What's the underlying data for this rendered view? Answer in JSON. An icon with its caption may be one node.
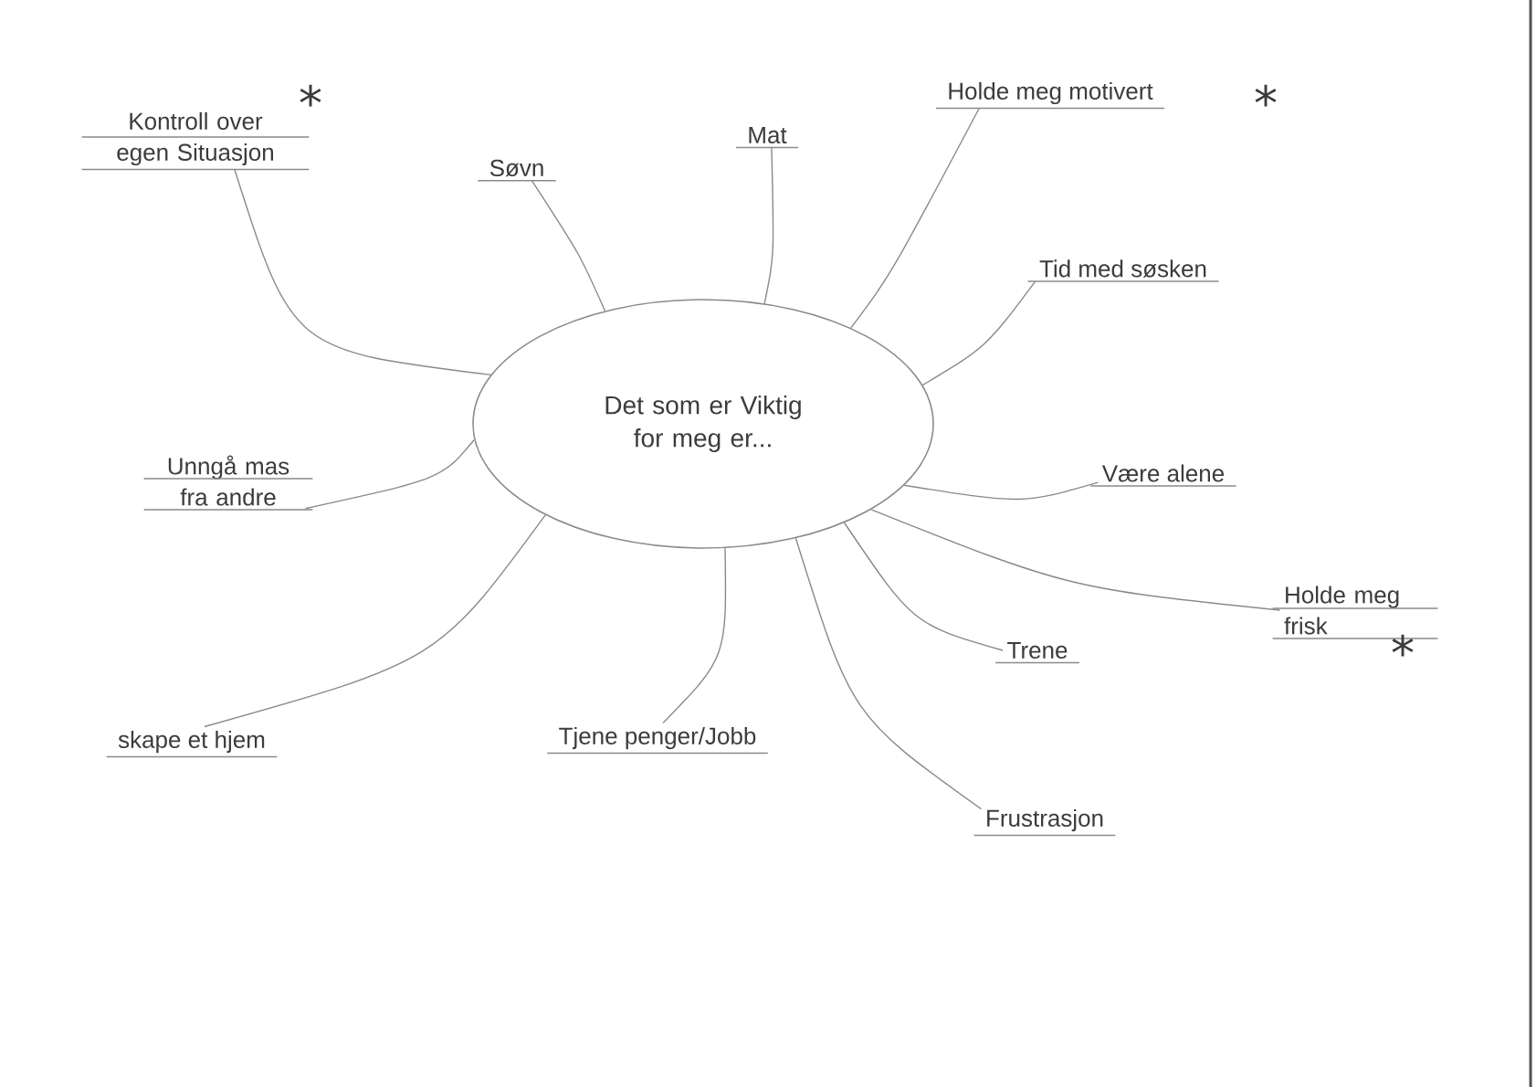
{
  "diagram": {
    "nodes": [
      {
        "text": [
          "Det som er Viktig for meg er..."
        ]
      },
      {
        "text": [
          "Kontroll over egen Situasjon"
        ],
        "beside": [
          "*"
        ]
      },
      {
        "text": [
          "Søvn"
        ]
      },
      {
        "text": [
          "Mat"
        ]
      },
      {
        "text": [
          "Holde meg motivert"
        ],
        "beside": [
          "*"
        ]
      },
      {
        "text": [
          "Tid med søsken"
        ]
      },
      {
        "text": [
          "Unngå mas fra andre"
        ]
      },
      {
        "text": [
          "Være alene"
        ]
      },
      {
        "text": [
          "Holde meg frisk"
        ],
        "beside": [
          "*"
        ]
      },
      {
        "text": [
          "Trene"
        ]
      },
      {
        "text": [
          "skape et hjem"
        ]
      },
      {
        "text": [
          "Tjene penger/Jobb"
        ]
      },
      {
        "text": [
          "Frustrasjon"
        ]
      }
    ],
    "edges": [
      {
        "from": 0,
        "to": 1,
        "arrow": "none"
      },
      {
        "from": 0,
        "to": 2,
        "arrow": "none"
      },
      {
        "from": 0,
        "to": 3,
        "arrow": "none"
      },
      {
        "from": 0,
        "to": 4,
        "arrow": "none"
      },
      {
        "from": 0,
        "to": 5,
        "arrow": "none"
      },
      {
        "from": 0,
        "to": 6,
        "arrow": "none"
      },
      {
        "from": 0,
        "to": 7,
        "arrow": "none"
      },
      {
        "from": 0,
        "to": 8,
        "arrow": "none"
      },
      {
        "from": 0,
        "to": 9,
        "arrow": "none"
      },
      {
        "from": 0,
        "to": 10,
        "arrow": "none"
      },
      {
        "from": 0,
        "to": 11,
        "arrow": "none"
      },
      {
        "from": 0,
        "to": 12,
        "arrow": "none"
      }
    ]
  }
}
